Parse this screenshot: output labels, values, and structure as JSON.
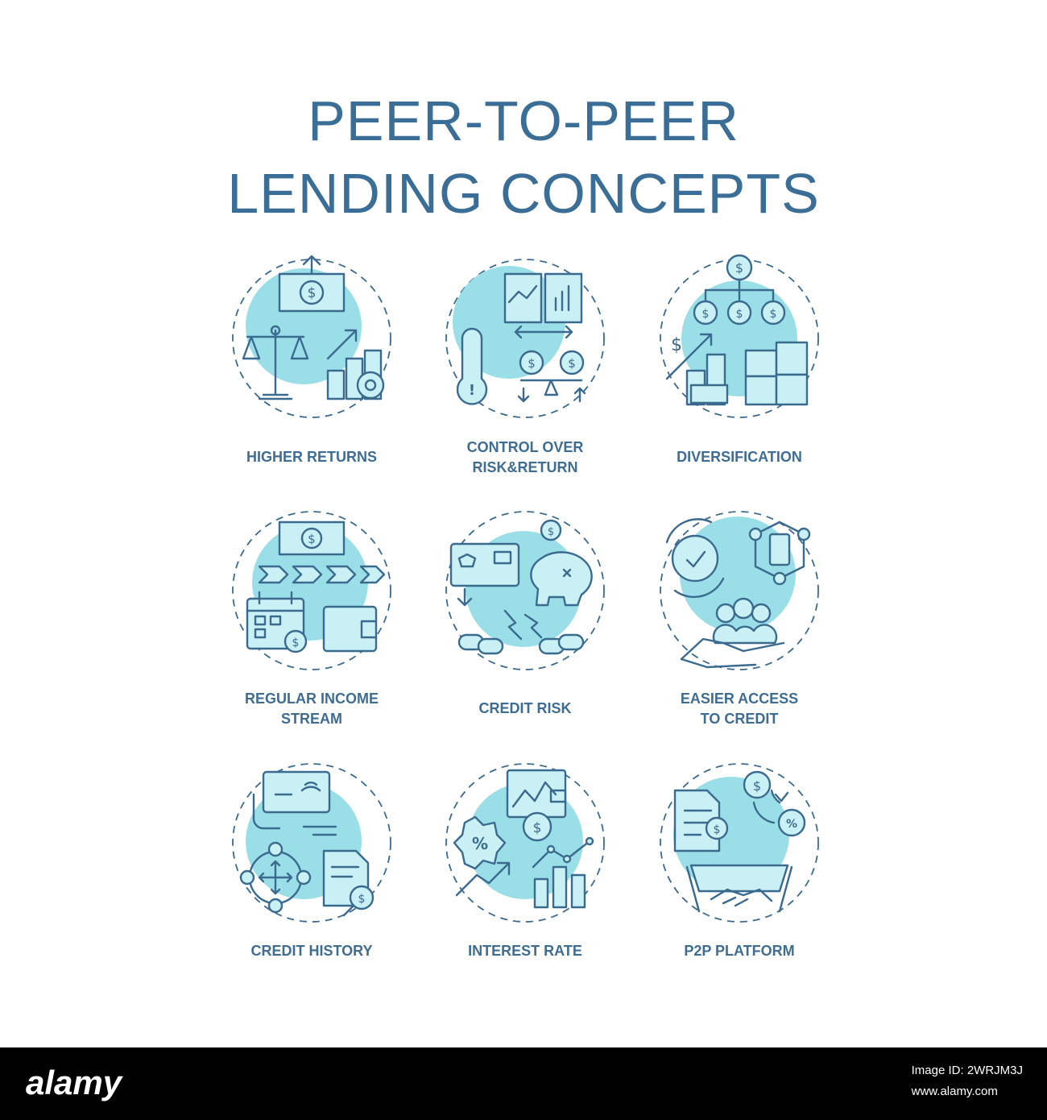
{
  "title": {
    "line1": "PEER-TO-PEER",
    "line2": "LENDING CONCEPTS"
  },
  "accent_color": "#9adfe8",
  "text_color": "#3b6e96",
  "items": [
    {
      "label_line1": "HIGHER RETURNS",
      "label_line2": "",
      "icon": "higher-returns-icon"
    },
    {
      "label_line1": "CONTROL OVER",
      "label_line2": "RISK&RETURN",
      "icon": "control-risk-return-icon"
    },
    {
      "label_line1": "DIVERSIFICATION",
      "label_line2": "",
      "icon": "diversification-icon"
    },
    {
      "label_line1": "REGULAR INCOME",
      "label_line2": "STREAM",
      "icon": "regular-income-icon"
    },
    {
      "label_line1": "CREDIT RISK",
      "label_line2": "",
      "icon": "credit-risk-icon"
    },
    {
      "label_line1": "EASIER ACCESS",
      "label_line2": "TO CREDIT",
      "icon": "easier-access-icon"
    },
    {
      "label_line1": "CREDIT HISTORY",
      "label_line2": "",
      "icon": "credit-history-icon"
    },
    {
      "label_line1": "INTEREST RATE",
      "label_line2": "",
      "icon": "interest-rate-icon"
    },
    {
      "label_line1": "P2P PLATFORM",
      "label_line2": "",
      "icon": "p2p-platform-icon"
    }
  ],
  "footer": {
    "logo": "alamy",
    "image_id_label": "Image ID: 2WRJM3J",
    "site": "www.alamy.com"
  }
}
